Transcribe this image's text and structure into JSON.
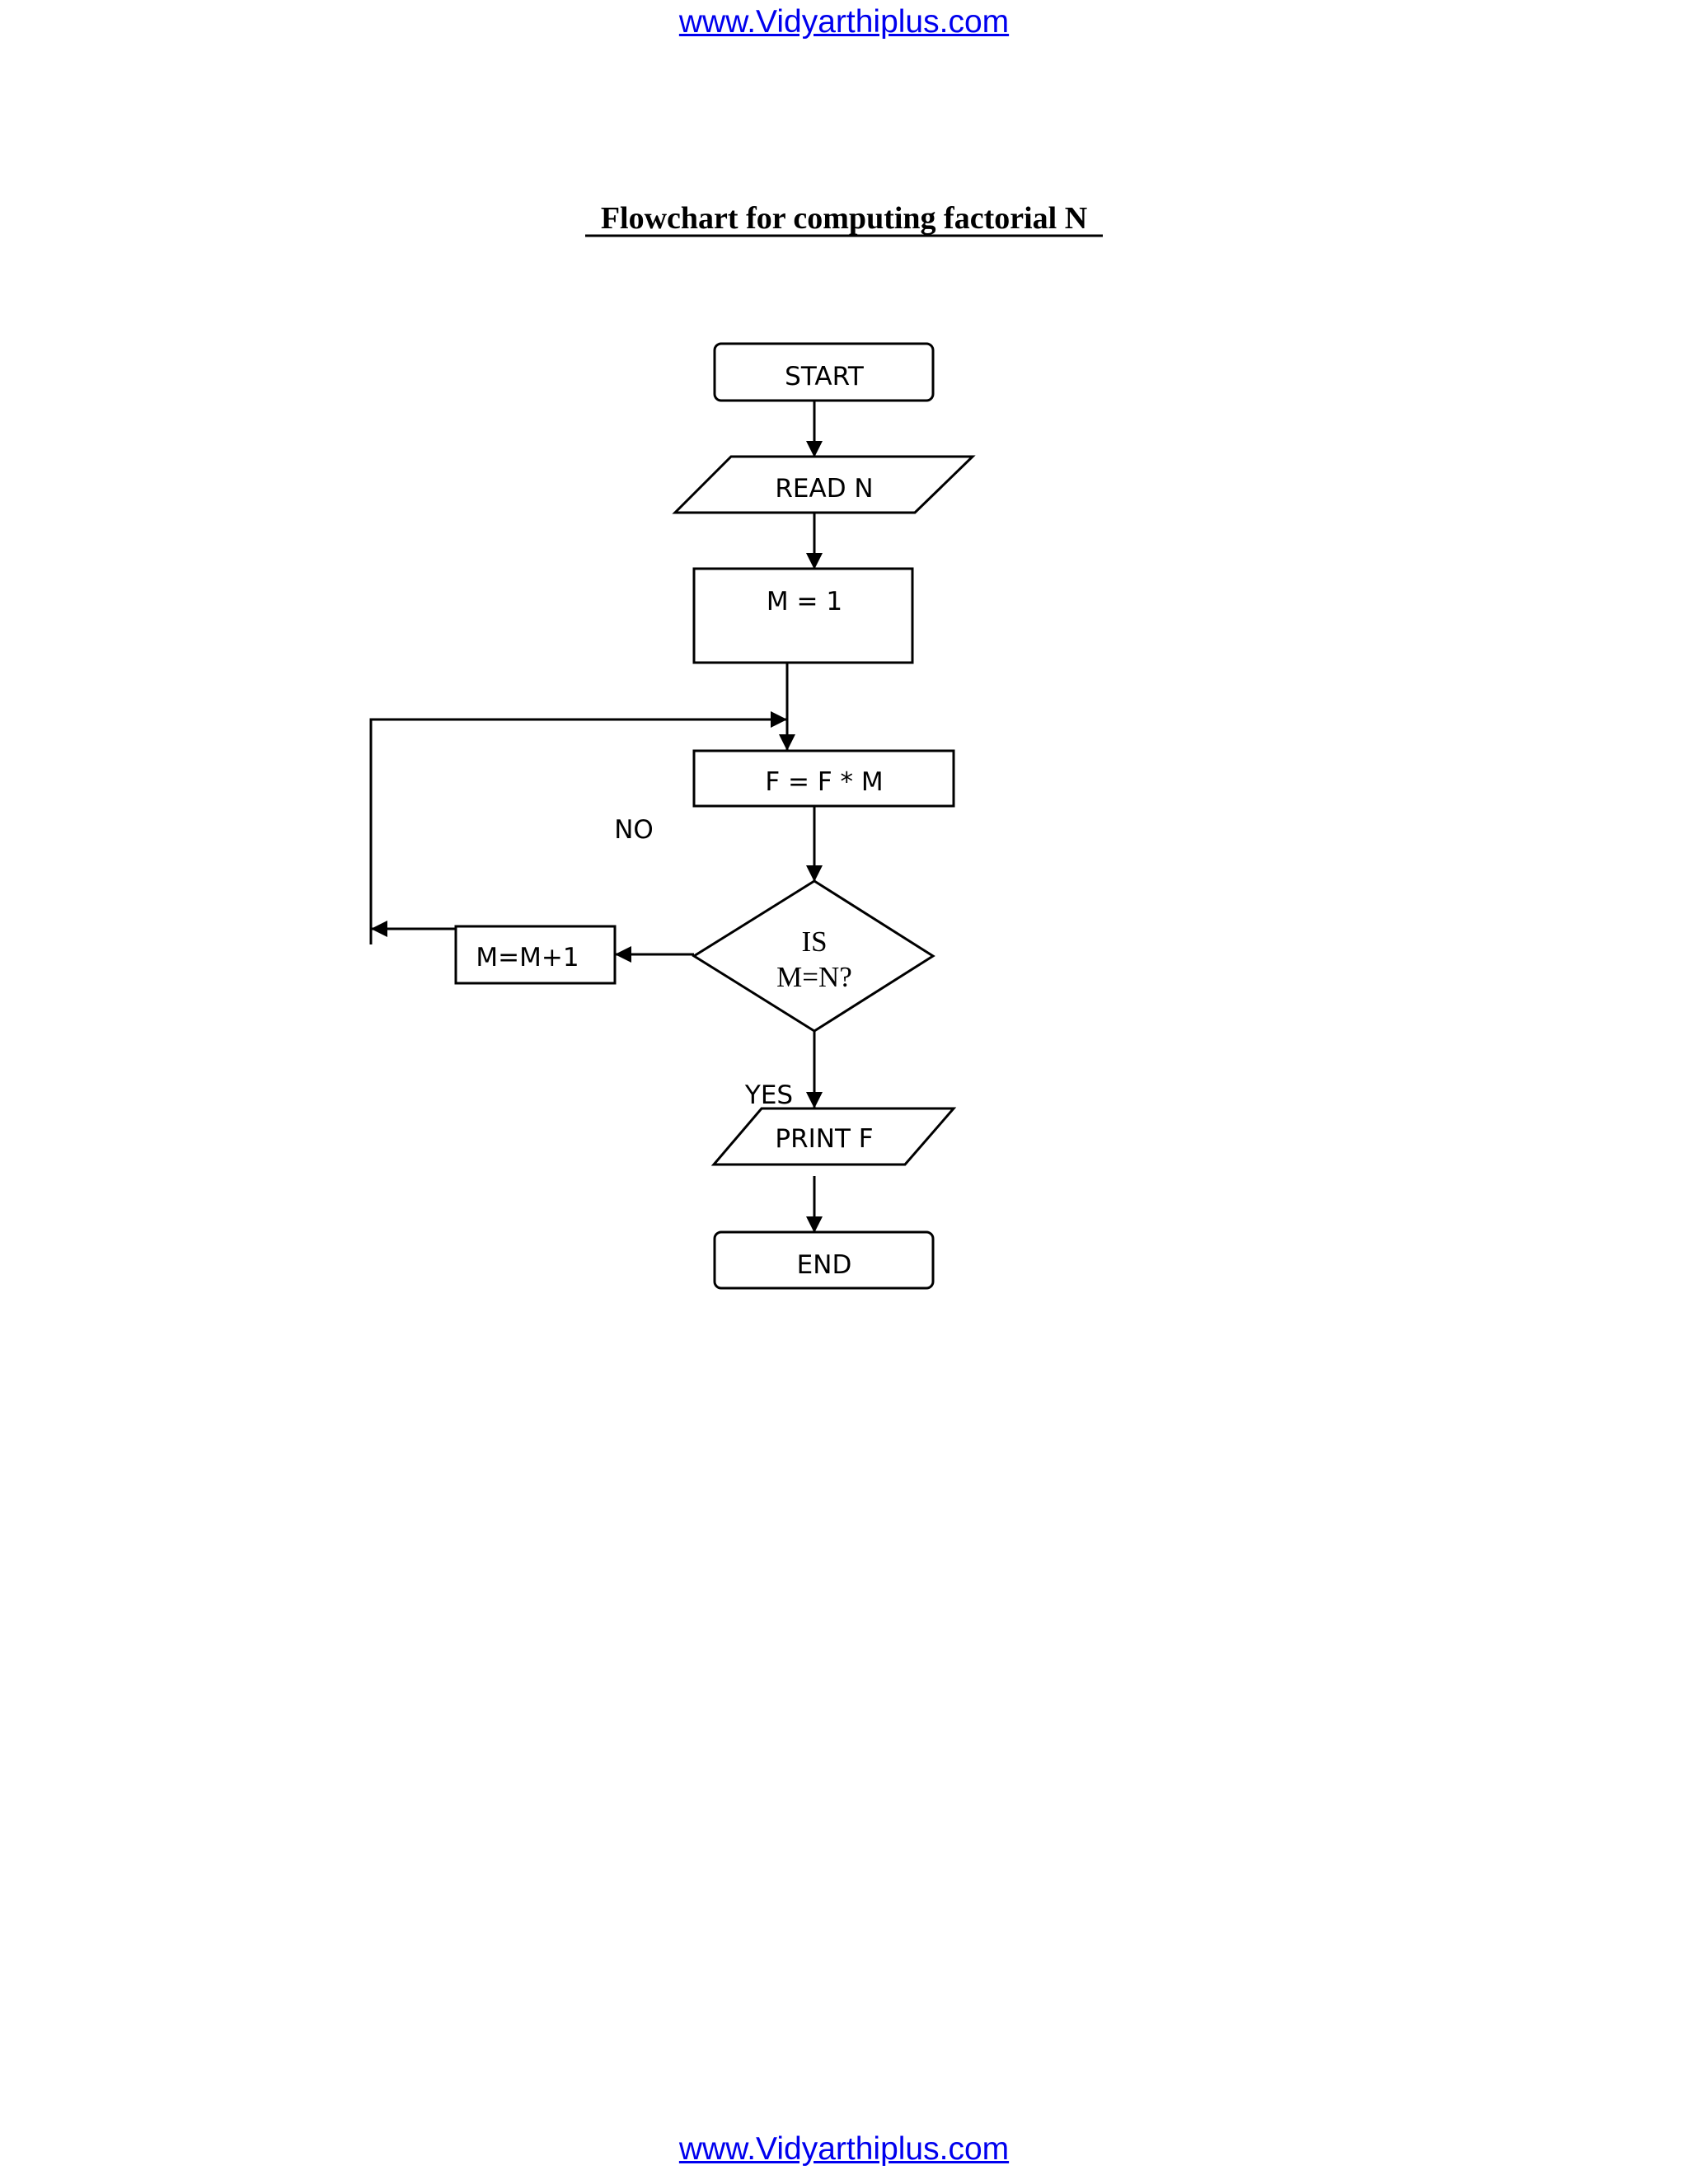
{
  "header": {
    "link": "www.Vidyarthiplus.com"
  },
  "footer": {
    "link": "www.Vidyarthiplus.com"
  },
  "title": "Flowchart for computing factorial N",
  "nodes": {
    "start": "START",
    "read_n": "READ N",
    "init_m": "M = 1",
    "compute_f": "F = F * M",
    "decision_line1": "IS",
    "decision_line2": "M=N?",
    "increment_m": "M=M+1",
    "print_f": "PRINT F",
    "end": "END"
  },
  "labels": {
    "no": "NO",
    "yes": "YES"
  }
}
